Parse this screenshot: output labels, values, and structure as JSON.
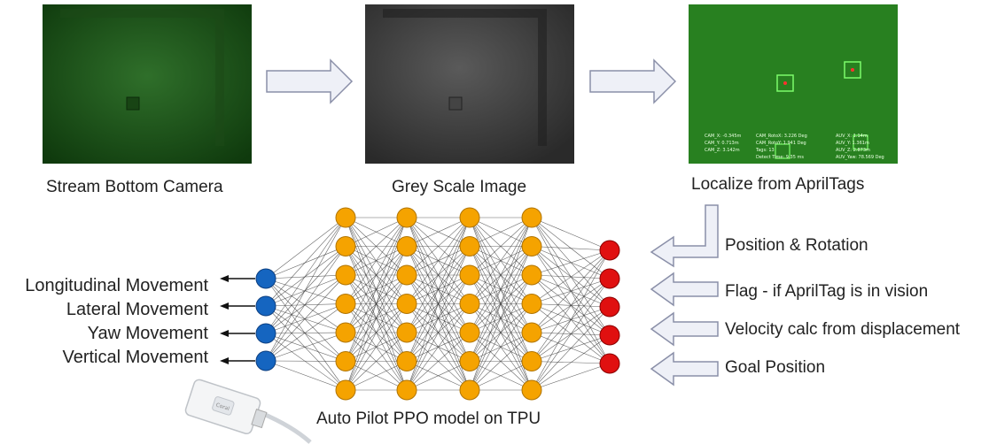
{
  "pipeline": {
    "stream_caption": "Stream Bottom Camera",
    "grey_caption": "Grey Scale Image",
    "localize_caption": "Localize from AprilTags",
    "overlay": {
      "col1": [
        "CAM_X: -0.345m",
        "CAM_Y: 0.713m",
        "CAM_Z: 3.142m"
      ],
      "col2": [
        "CAM_RotoX: 3.226 Deg",
        "CAM_RotoY: 1.941 Deg",
        "Tags: 13",
        "Detect Time: 9.35 ms"
      ],
      "col3": [
        "AUV_X: 1.14m",
        "AUV_Y: 1.361m",
        "AUV_Z: 2.873m",
        "AUV_Yaw: 78.569 Deg"
      ]
    }
  },
  "network": {
    "caption": "Auto Pilot PPO model on TPU",
    "layer_sizes": [
      4,
      7,
      7,
      7,
      7,
      5
    ],
    "colors": {
      "output": "#1565c0",
      "hidden": "#f5a300",
      "input": "#e01010"
    }
  },
  "outputs": [
    "Longitudinal Movement",
    "Lateral Movement",
    "Yaw Movement",
    "Vertical Movement"
  ],
  "inputs": [
    "Position & Rotation",
    "Flag - if AprilTag is in vision",
    "Velocity calc from displacement",
    "Goal Position"
  ],
  "device": {
    "logo": "Coral"
  }
}
